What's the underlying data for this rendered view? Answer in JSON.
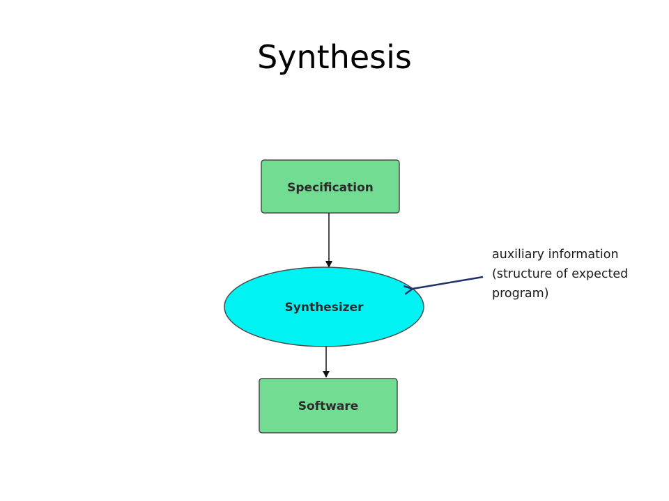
{
  "slide": {
    "title": "Synthesis"
  },
  "diagram": {
    "nodes": {
      "specification": "Specification",
      "synthesizer": "Synthesizer",
      "software": "Software"
    },
    "colors": {
      "box_fill": "#72DC92",
      "ellipse_fill": "#00F2F2",
      "annotation_arrow": "#1F2F6B"
    }
  },
  "annotation": {
    "lines": [
      "auxiliary information",
      "(structure of expected",
      "program)"
    ]
  }
}
